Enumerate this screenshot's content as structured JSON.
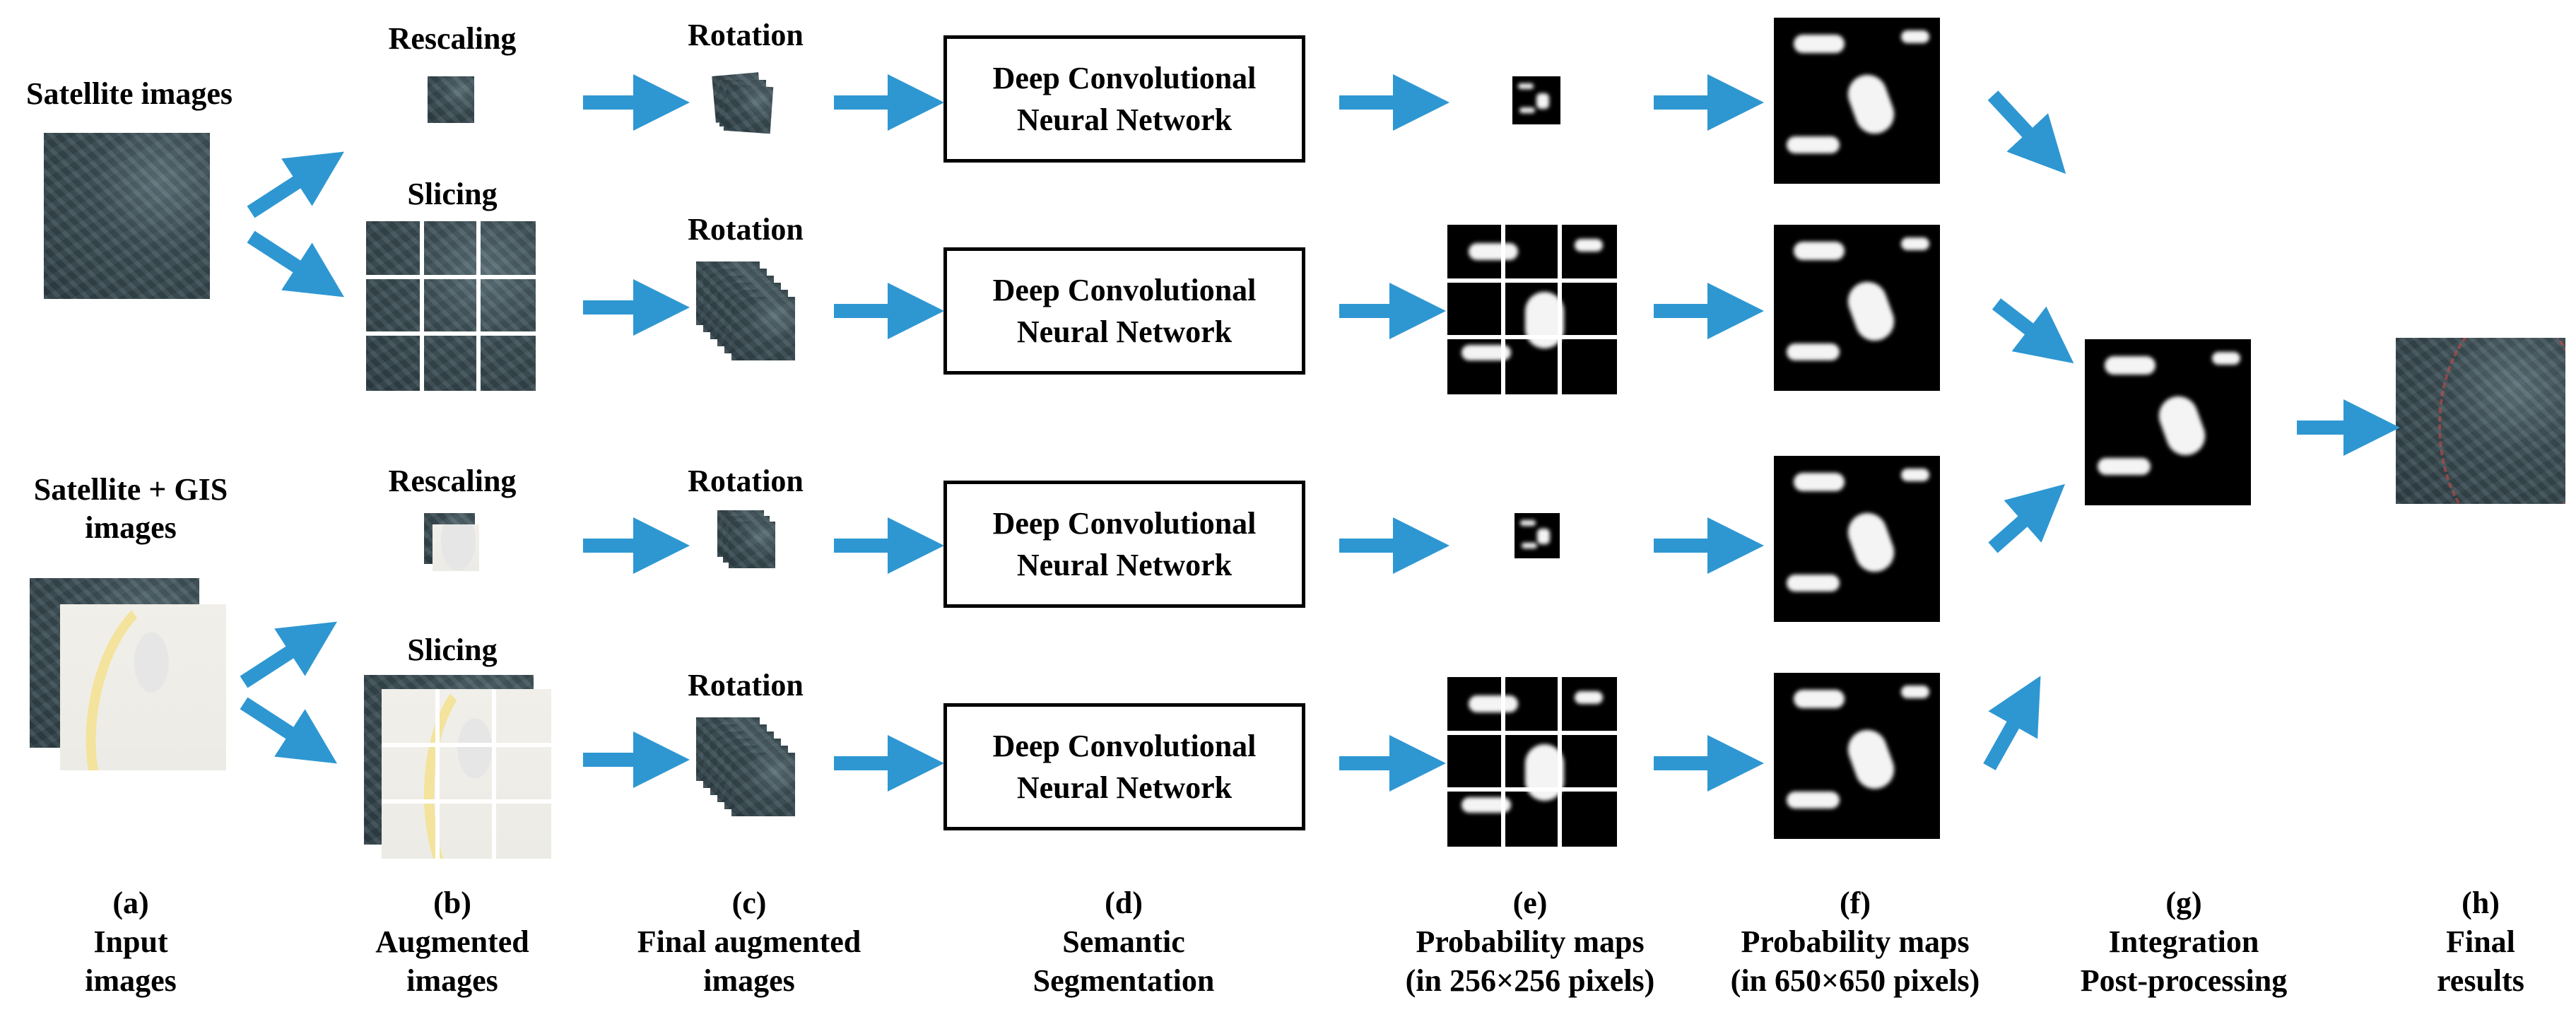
{
  "inputs": {
    "satellite": "Satellite images",
    "satellite_gis_line1": "Satellite + GIS",
    "satellite_gis_line2": "images"
  },
  "row_labels": {
    "rescaling": "Rescaling",
    "slicing": "Slicing",
    "rotation": "Rotation"
  },
  "network": {
    "line1": "Deep Convolutional",
    "line2": "Neural Network"
  },
  "captions": [
    {
      "letter": "(a)",
      "line1": "Input",
      "line2": "images"
    },
    {
      "letter": "(b)",
      "line1": "Augmented",
      "line2": "images"
    },
    {
      "letter": "(c)",
      "line1": "Final augmented",
      "line2": "images"
    },
    {
      "letter": "(d)",
      "line1": "Semantic",
      "line2": "Segmentation"
    },
    {
      "letter": "(e)",
      "line1": "Probability maps",
      "line2": "(in 256×256 pixels)"
    },
    {
      "letter": "(f)",
      "line1": "Probability maps",
      "line2": "(in 650×650 pixels)"
    },
    {
      "letter": "(g)",
      "line1": "Integration",
      "line2": "Post-processing"
    },
    {
      "letter": "(h)",
      "line1": "Final",
      "line2": "results"
    }
  ],
  "colors": {
    "arrow": "#2e97d2",
    "box_border": "#000000"
  }
}
